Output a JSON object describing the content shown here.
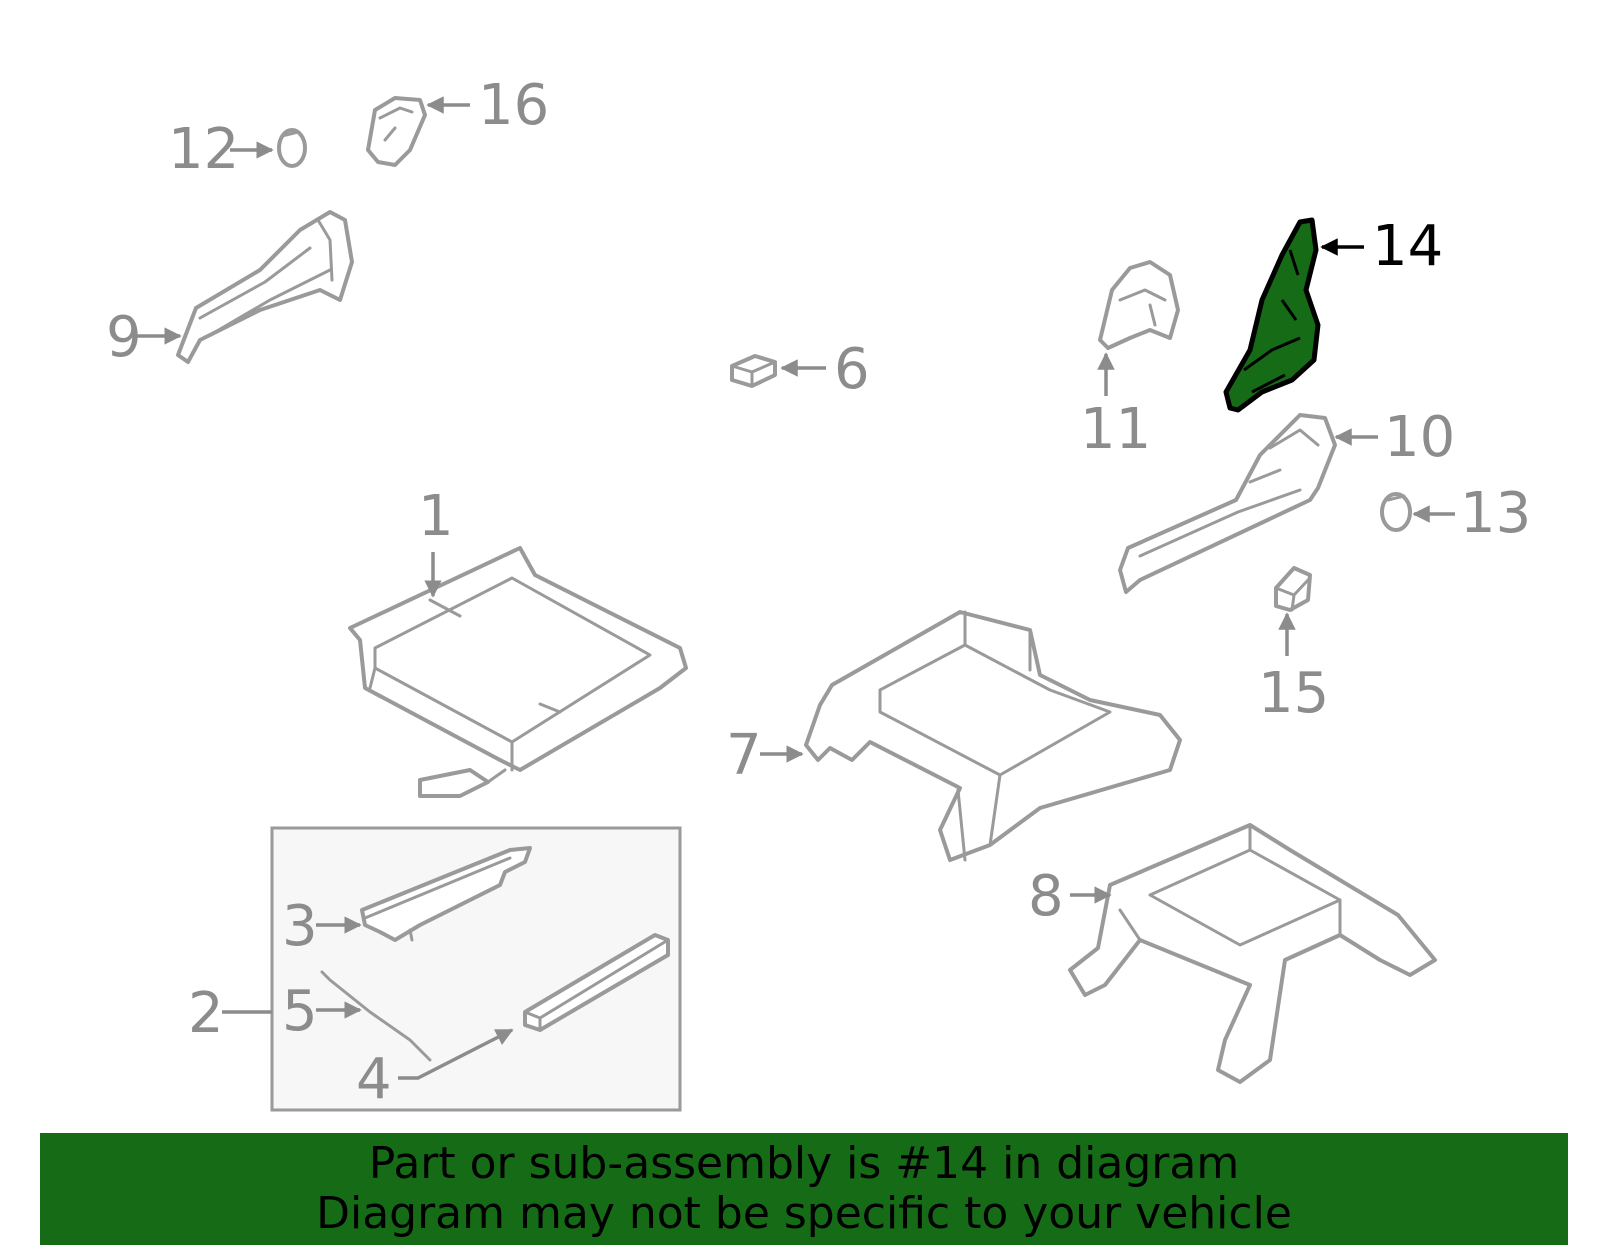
{
  "diagram": {
    "highlight_color": "#166b16",
    "line_color": "#9a9a9a",
    "callouts": [
      {
        "id": "1",
        "label": "1"
      },
      {
        "id": "2",
        "label": "2"
      },
      {
        "id": "3",
        "label": "3"
      },
      {
        "id": "4",
        "label": "4"
      },
      {
        "id": "5",
        "label": "5"
      },
      {
        "id": "6",
        "label": "6"
      },
      {
        "id": "7",
        "label": "7"
      },
      {
        "id": "8",
        "label": "8"
      },
      {
        "id": "9",
        "label": "9"
      },
      {
        "id": "10",
        "label": "10"
      },
      {
        "id": "11",
        "label": "11"
      },
      {
        "id": "12",
        "label": "12"
      },
      {
        "id": "13",
        "label": "13"
      },
      {
        "id": "14",
        "label": "14"
      },
      {
        "id": "15",
        "label": "15"
      },
      {
        "id": "16",
        "label": "16"
      }
    ],
    "highlighted_callout": "14"
  },
  "banner": {
    "background": "#166b16",
    "line1": "Part or sub-assembly is #14 in diagram",
    "line2": "Diagram may not be specific to your vehicle"
  }
}
